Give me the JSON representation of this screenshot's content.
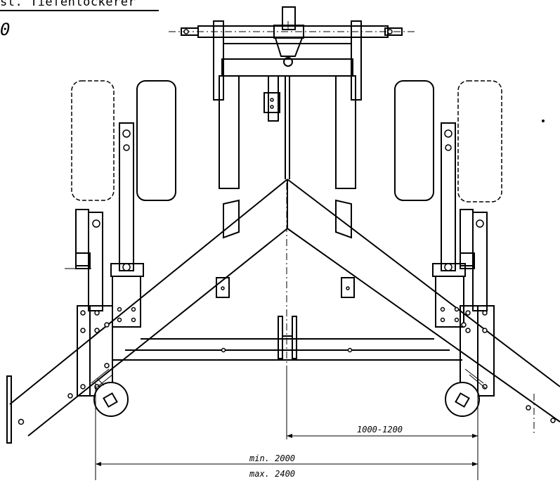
{
  "header": {
    "title": "st. Tiefenlockerer",
    "corner_glyph": "0"
  },
  "dimensions": {
    "inner": "1000-1200",
    "min": "min. 2000",
    "max": "max. 2400"
  }
}
